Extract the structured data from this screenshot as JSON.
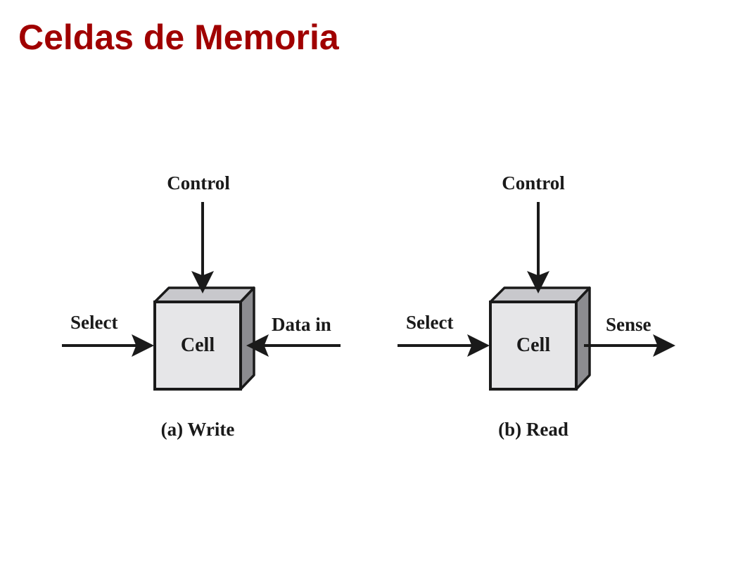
{
  "slide": {
    "title": "Celdas de Memoria",
    "title_color": "#a00000"
  },
  "colors": {
    "cell_front": "#e6e6e8",
    "cell_top": "#c8c8cc",
    "cell_side": "#8c8c90",
    "stroke": "#1a1a1a"
  },
  "write": {
    "control_label": "Control",
    "select_label": "Select",
    "data_label": "Data in",
    "cell_label": "Cell",
    "caption": "(a) Write"
  },
  "read": {
    "control_label": "Control",
    "select_label": "Select",
    "sense_label": "Sense",
    "cell_label": "Cell",
    "caption": "(b) Read"
  }
}
